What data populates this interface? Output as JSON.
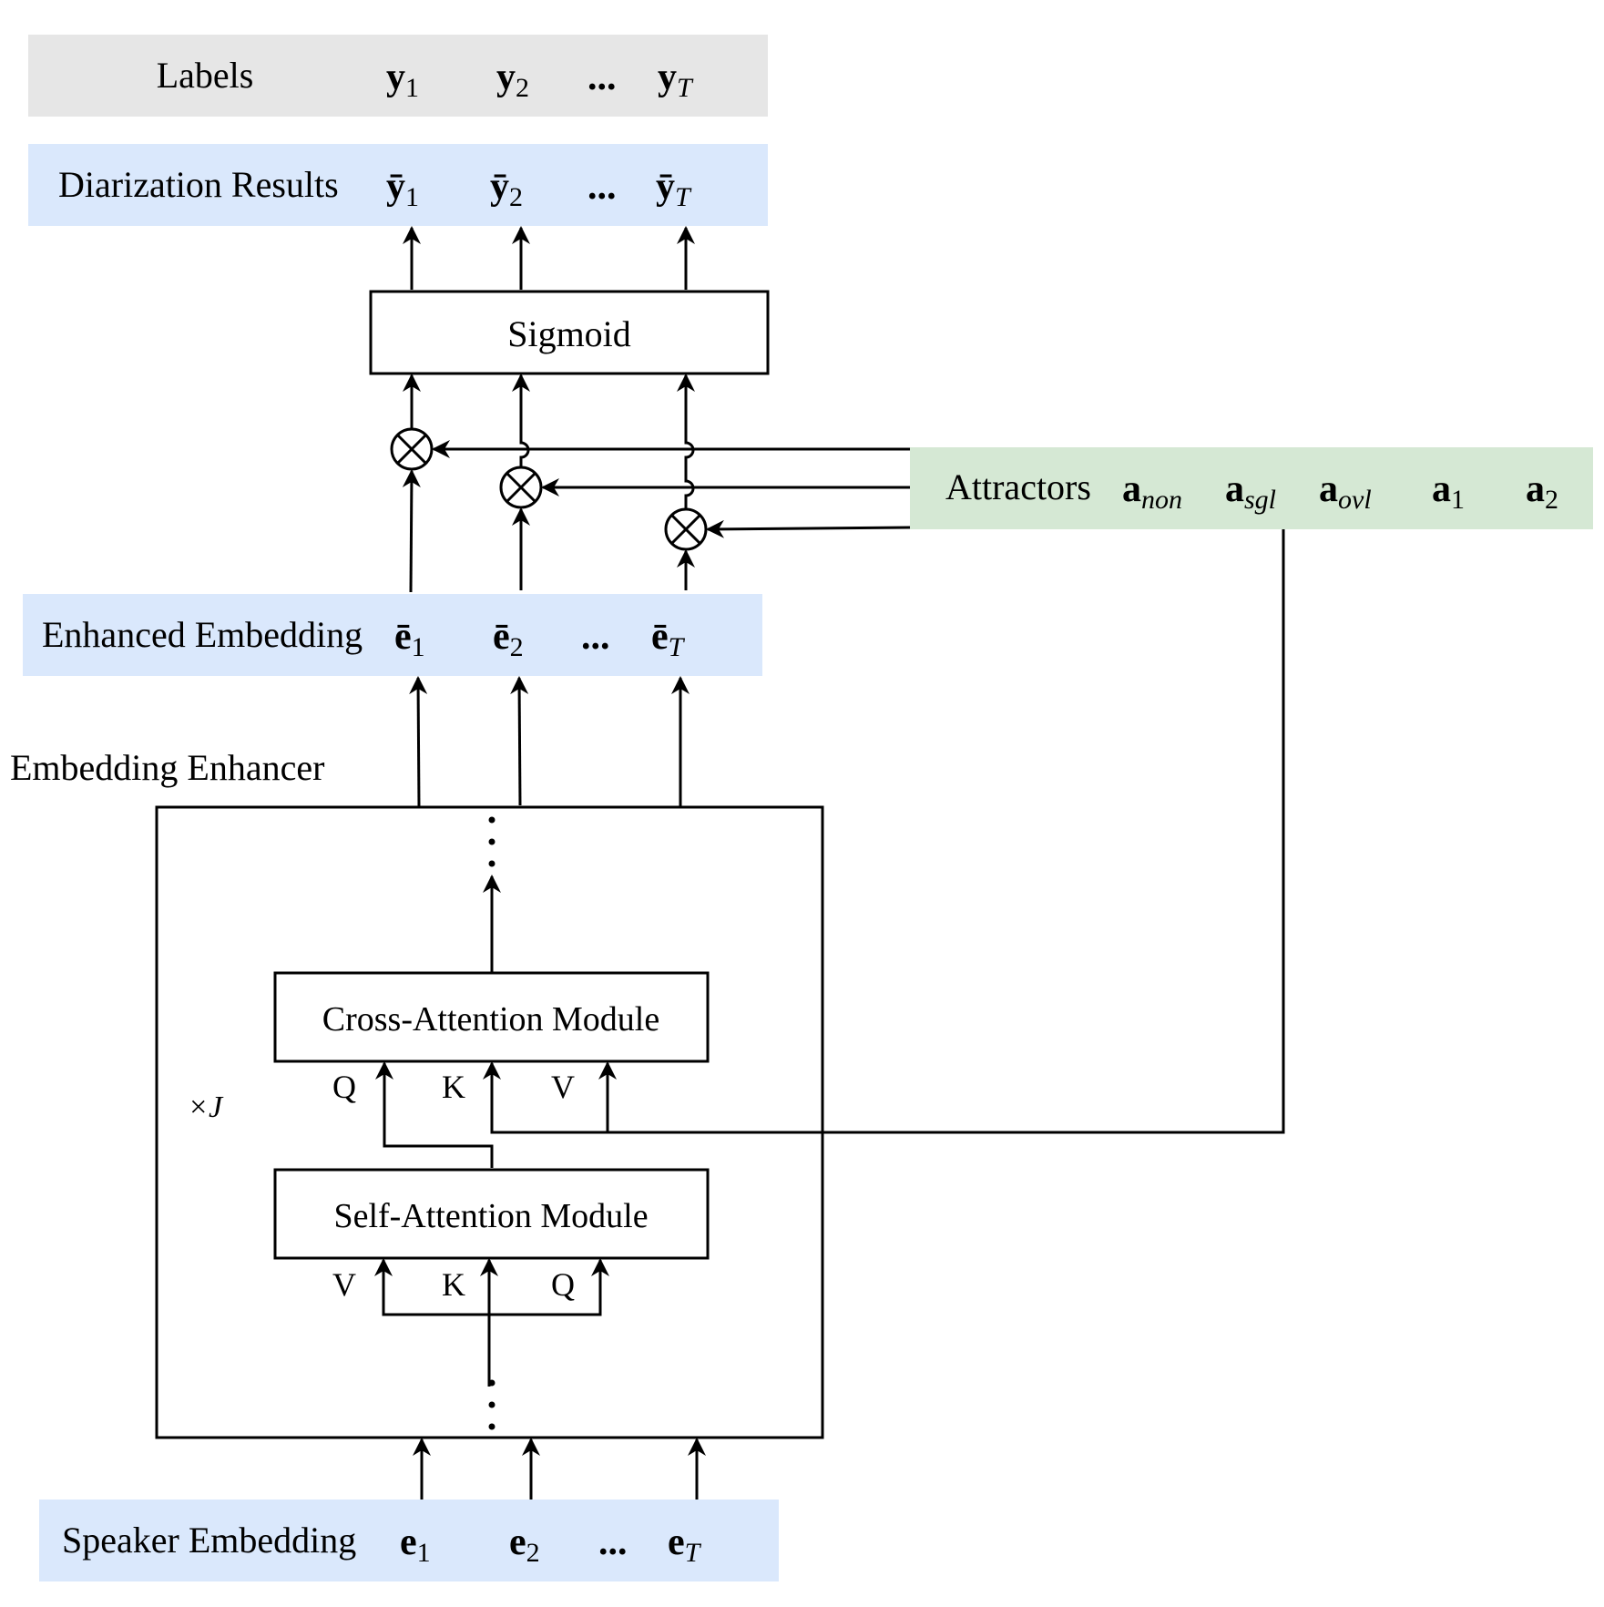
{
  "labels_row": {
    "title": "Labels",
    "items": [
      {
        "base": "y",
        "sub": "1",
        "italic": false
      },
      {
        "base": "y",
        "sub": "2",
        "italic": false
      },
      {
        "base": "...",
        "sub": "",
        "italic": false
      },
      {
        "base": "y",
        "sub": "T",
        "italic": true
      }
    ],
    "color": "#e6e6e6"
  },
  "results_row": {
    "title": "Diarization Results",
    "items": [
      {
        "base": "ȳ",
        "sub": "1",
        "italic": false
      },
      {
        "base": "ȳ",
        "sub": "2",
        "italic": false
      },
      {
        "base": "...",
        "sub": "",
        "italic": false
      },
      {
        "base": "ȳ",
        "sub": "T",
        "italic": true
      }
    ],
    "color": "#dae8fc"
  },
  "sigmoid": {
    "label": "Sigmoid"
  },
  "attractors": {
    "title": "Attractors",
    "items": [
      {
        "base": "a",
        "sub": "non",
        "italic": true
      },
      {
        "base": "a",
        "sub": "sgl",
        "italic": true
      },
      {
        "base": "a",
        "sub": "ovl",
        "italic": true
      },
      {
        "base": "a",
        "sub": "1",
        "italic": false
      },
      {
        "base": "a",
        "sub": "2",
        "italic": false
      }
    ],
    "color": "#d5e8d4"
  },
  "enhanced_row": {
    "title": "Enhanced Embedding",
    "items": [
      {
        "base": "ē",
        "sub": "1",
        "italic": false
      },
      {
        "base": "ē",
        "sub": "2",
        "italic": false
      },
      {
        "base": "...",
        "sub": "",
        "italic": false
      },
      {
        "base": "ē",
        "sub": "T",
        "italic": true
      }
    ],
    "color": "#dae8fc"
  },
  "enhancer": {
    "title": "Embedding Enhancer",
    "repeat_label": "×J",
    "cross_attention": {
      "label": "Cross-Attention Module",
      "inputs": [
        "Q",
        "K",
        "V"
      ]
    },
    "self_attention": {
      "label": "Self-Attention Module",
      "inputs": [
        "V",
        "K",
        "Q"
      ]
    }
  },
  "speaker_row": {
    "title": "Speaker Embedding",
    "items": [
      {
        "base": "e",
        "sub": "1",
        "italic": false
      },
      {
        "base": "e",
        "sub": "2",
        "italic": false
      },
      {
        "base": "...",
        "sub": "",
        "italic": false
      },
      {
        "base": "e",
        "sub": "T",
        "italic": true
      }
    ],
    "color": "#dae8fc"
  }
}
